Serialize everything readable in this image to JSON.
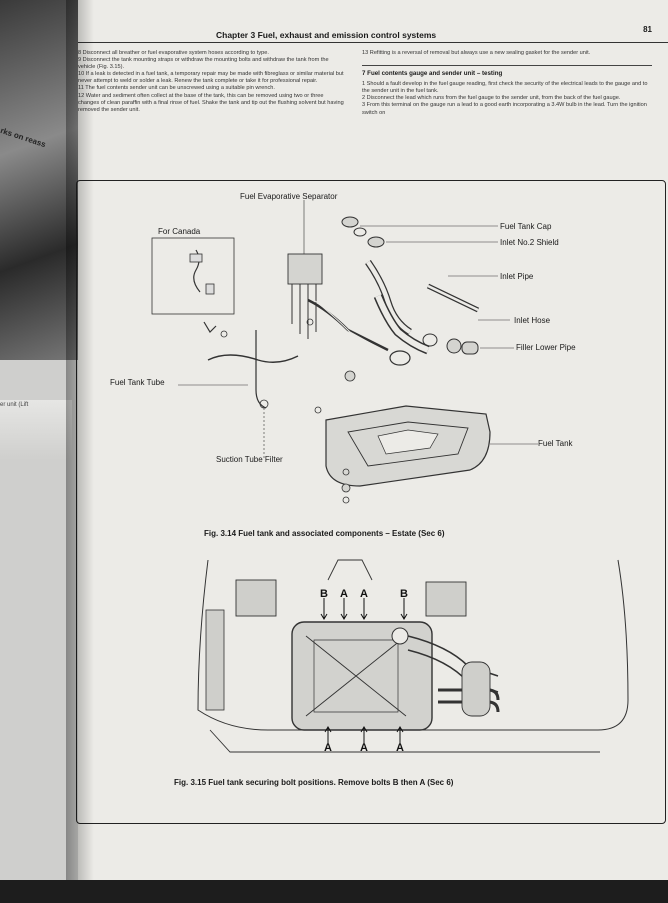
{
  "left_page": {
    "fragment_1": "rks on reass",
    "fragment_2": "er unit (Lift"
  },
  "header": {
    "chapter": "Chapter 3  Fuel, exhaust and emission control systems",
    "page_number": "81"
  },
  "left_column": [
    "8   Disconnect all breather or fuel evaporative system hoses according to type.",
    "9   Disconnect the tank mounting straps or withdraw the mounting bolts and withdraw the tank from the vehicle (Fig. 3.15).",
    "10  If a leak is detected in a fuel tank, a temporary repair may be made with fibreglass or similar material but never attempt to weld or solder a leak. Renew the tank complete or take it for professional repair.",
    "11  The fuel contents sender unit can be unscrewed using a suitable pin wrench.",
    "12  Water and sediment often collect at the base of the tank, this can be removed using two or three changes of clean paraffin with a final rinse of fuel. Shake the tank and tip out the flushing solvent but having removed the sender unit."
  ],
  "right_column": {
    "para_13": "13  Refitting is a reversal of removal but always use a new sealing gasket for the sender unit.",
    "section_title": "7   Fuel contents gauge and sender unit – testing",
    "paragraphs": [
      "1   Should a fault develop in the fuel gauge reading, first check the security of the electrical leads to the gauge and to the sender unit in the fuel tank.",
      "2   Disconnect the lead which runs from the fuel gauge to the sender unit, from the back of the fuel gauge.",
      "3   From this terminal on the gauge run a lead to a good earth incorporating a 3.4W bulb in the lead. Turn the ignition switch on"
    ]
  },
  "figure_314": {
    "callouts": {
      "evap_separator": "Fuel Evaporative Separator",
      "for_canada": "For Canada",
      "tank_cap": "Fuel Tank Cap",
      "inlet_shield": "Inlet No.2 Shield",
      "inlet_pipe": "Inlet Pipe",
      "inlet_hose": "Inlet Hose",
      "filler_pipe": "Filler Lower Pipe",
      "tank_tube": "Fuel Tank Tube",
      "fuel_tank": "Fuel Tank",
      "suction_filter": "Suction Tube Filter"
    },
    "caption": "Fig. 3.14 Fuel tank and associated components – Estate (Sec 6)"
  },
  "figure_315": {
    "bolt_labels_top": [
      "B",
      "A",
      "A",
      "B"
    ],
    "bolt_labels_bottom": [
      "A",
      "A",
      "A"
    ],
    "caption": "Fig. 3.15 Fuel tank securing bolt positions. Remove bolts B then A (Sec 6)"
  }
}
